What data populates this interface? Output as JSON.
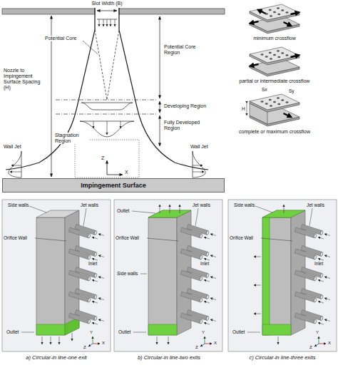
{
  "diagram": {
    "nodes": [
      {
        "text": [
          "Impingement Surface"
        ]
      }
    ],
    "labels": [
      "Slot Width (B)",
      "Potential Core",
      "Potential Core Region",
      "Nozzle to Impingement Surface Spacing (H)",
      "Developing Region",
      "Fully Developed Region",
      "Stagnation Region",
      "Wall Jet",
      "Wall Jet",
      "Z",
      "X",
      "minimum crossflow",
      "partial or intermediate crossflow",
      "Sx",
      "Sy",
      "H",
      "complete or maximum crossflow",
      "Side walls",
      "Orifice Wall",
      "Jet walls",
      "Inlet",
      "Outlet",
      "Y",
      "Z",
      "X",
      "Outlet",
      "Orifice Wall",
      "Jet walls",
      "Side walls",
      "Inlet",
      "Outlet",
      "Y",
      "Z",
      "X",
      "Side walls",
      "Orifice Wall",
      "Jet walls",
      "Inlet",
      "Outlet",
      "Y",
      "Z",
      "X",
      "a) Circular-in line-one exit",
      "b) Circular-in line-two exits",
      "c) Circular-in line-three exits"
    ]
  }
}
